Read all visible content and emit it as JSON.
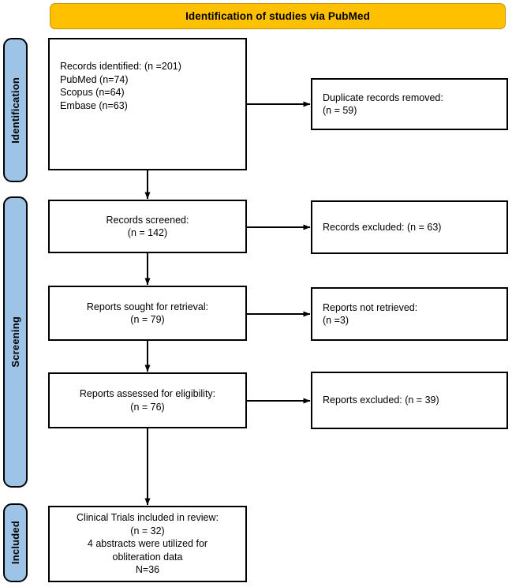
{
  "banner": {
    "title": "Identification of studies via PubMed"
  },
  "colors": {
    "banner_fill": "#FFC000",
    "banner_border": "#C79100",
    "stage_fill": "#9DC3E6",
    "box_border": "#000000",
    "text": "#000000"
  },
  "stages": [
    {
      "label": "Identification"
    },
    {
      "label": "Screening"
    },
    {
      "label": "Included"
    }
  ],
  "boxes": {
    "identified": {
      "lines": [
        "Records identified: (n =201)",
        "PubMed (n=74)",
        "Scopus (n=64)",
        "Embase (n=63)"
      ]
    },
    "duplicates_removed": {
      "lines": [
        "Duplicate records removed:",
        "(n = 59)"
      ]
    },
    "records_screened": {
      "lines": [
        "Records screened:",
        "(n = 142)"
      ]
    },
    "records_excluded": {
      "lines": [
        "Records excluded: (n = 63)"
      ]
    },
    "reports_sought": {
      "lines": [
        "Reports sought for retrieval:",
        "(n = 79)"
      ]
    },
    "reports_not_retrieved": {
      "lines": [
        "Reports not retrieved:",
        "(n =3)"
      ]
    },
    "reports_assessed": {
      "lines": [
        "Reports assessed for eligibility:",
        "(n = 76)"
      ]
    },
    "reports_excluded": {
      "lines": [
        "Reports excluded: (n = 39)"
      ]
    },
    "included_review": {
      "lines": [
        "Clinical Trials included in review:",
        "(n = 32)",
        "4 abstracts were utilized for",
        "obliteration data",
        "N=36"
      ]
    }
  },
  "chart_data": {
    "type": "diagram",
    "title": "Identification of studies via PubMed",
    "diagram_kind": "PRISMA flow diagram",
    "nodes": [
      {
        "id": "identified",
        "stage": "Identification",
        "column": "left",
        "label": "Records identified: (n =201) PubMed (n=74) Scopus (n=64) Embase (n=63)",
        "n": 201,
        "sources": {
          "PubMed": 74,
          "Scopus": 64,
          "Embase": 63
        }
      },
      {
        "id": "duplicates_removed",
        "stage": "Identification",
        "column": "right",
        "label": "Duplicate records removed: (n = 59)",
        "n": 59
      },
      {
        "id": "records_screened",
        "stage": "Screening",
        "column": "left",
        "label": "Records screened: (n = 142)",
        "n": 142
      },
      {
        "id": "records_excluded",
        "stage": "Screening",
        "column": "right",
        "label": "Records excluded: (n = 63)",
        "n": 63
      },
      {
        "id": "reports_sought",
        "stage": "Screening",
        "column": "left",
        "label": "Reports sought for retrieval: (n = 79)",
        "n": 79
      },
      {
        "id": "reports_not_retrieved",
        "stage": "Screening",
        "column": "right",
        "label": "Reports not retrieved: (n =3)",
        "n": 3
      },
      {
        "id": "reports_assessed",
        "stage": "Screening",
        "column": "left",
        "label": "Reports assessed for eligibility: (n = 76)",
        "n": 76
      },
      {
        "id": "reports_excluded",
        "stage": "Screening",
        "column": "right",
        "label": "Reports excluded: (n = 39)",
        "n": 39
      },
      {
        "id": "included_review",
        "stage": "Included",
        "column": "left",
        "label": "Clinical Trials included in review: (n = 32) 4 abstracts were utilized for obliteration data N=36",
        "n": 32,
        "additional_abstracts": 4,
        "total_N": 36
      }
    ],
    "edges": [
      {
        "from": "identified",
        "to": "duplicates_removed",
        "direction": "right"
      },
      {
        "from": "identified",
        "to": "records_screened",
        "direction": "down"
      },
      {
        "from": "records_screened",
        "to": "records_excluded",
        "direction": "right"
      },
      {
        "from": "records_screened",
        "to": "reports_sought",
        "direction": "down"
      },
      {
        "from": "reports_sought",
        "to": "reports_not_retrieved",
        "direction": "right"
      },
      {
        "from": "reports_sought",
        "to": "reports_assessed",
        "direction": "down"
      },
      {
        "from": "reports_assessed",
        "to": "reports_excluded",
        "direction": "right"
      },
      {
        "from": "reports_assessed",
        "to": "included_review",
        "direction": "down"
      }
    ]
  }
}
